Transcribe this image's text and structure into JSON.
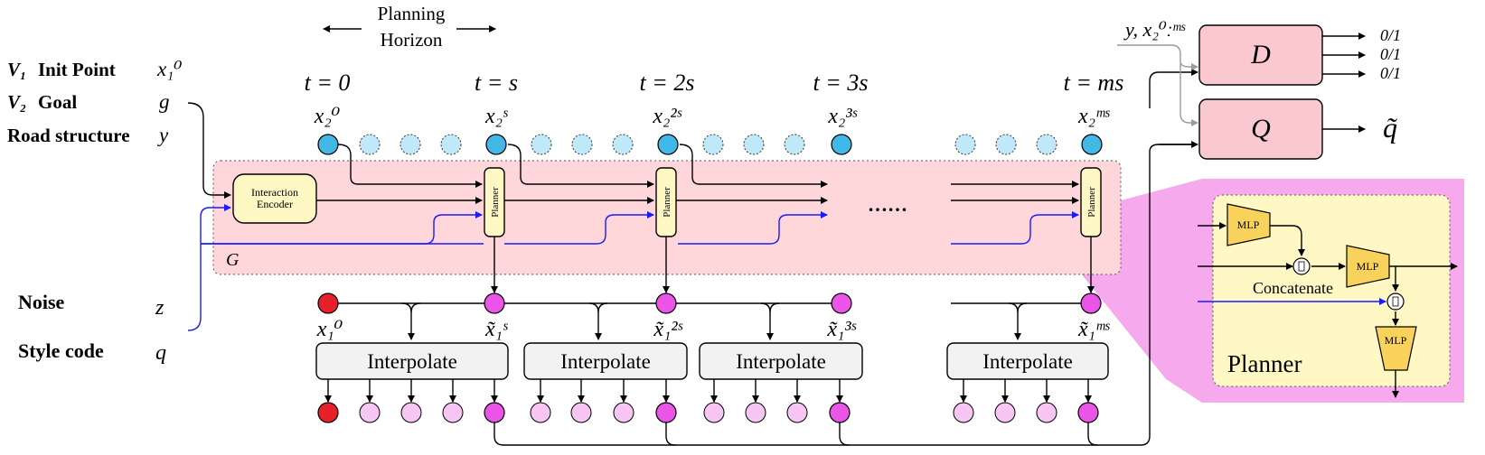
{
  "horizon": {
    "line1": "Planning",
    "line2": "Horizon"
  },
  "inputs": [
    {
      "idx": "V₁",
      "label": "Init Point",
      "sym": "x₁⁰"
    },
    {
      "idx": "V₂",
      "label": "Goal",
      "sym": "g"
    },
    {
      "idx": "",
      "label": "Road structure",
      "sym": "y"
    }
  ],
  "noise": {
    "label": "Noise",
    "sym": "z"
  },
  "style": {
    "label": "Style code",
    "sym": "q"
  },
  "times": [
    "t = 0",
    "t = s",
    "t = 2s",
    "t = 3s",
    "t = ms"
  ],
  "agent_states": [
    "x₂⁰",
    "x₂ˢ",
    "x₂²ˢ",
    "x₂³ˢ",
    "x₂ᵐˢ"
  ],
  "encoder": {
    "line1": "Interaction",
    "line2": "Encoder"
  },
  "planner_label": "Planner",
  "region_label": "G",
  "ellipsis": "……",
  "interpolate_label": "Interpolate",
  "outputs": [
    "x₁⁰",
    "x̃₁ˢ",
    "x̃₁²ˢ",
    "x̃₁³ˢ",
    "x̃₁ᵐˢ"
  ],
  "disc": {
    "input": "y, x₂⁰ːᵐˢ",
    "d_label": "D",
    "q_label": "Q",
    "q_out": "q̃",
    "outputs": [
      "0/1",
      "0/1",
      "0/1"
    ]
  },
  "detail": {
    "mlp": "MLP",
    "concat": "Concatenate",
    "title": "Planner"
  },
  "colors": {
    "agent": "#41b8e6",
    "agent_light": "#bfe9f8",
    "red": "#e8202a",
    "magenta": "#ea55e8",
    "light_magenta": "#f8c6f4",
    "pink_region": "#ffd6da",
    "pink_box": "#f9c9cf",
    "yellow": "#fff8c4",
    "mlp": "#f8d25a",
    "panel": "#f7a9ee",
    "blue": "#1a1aff"
  }
}
